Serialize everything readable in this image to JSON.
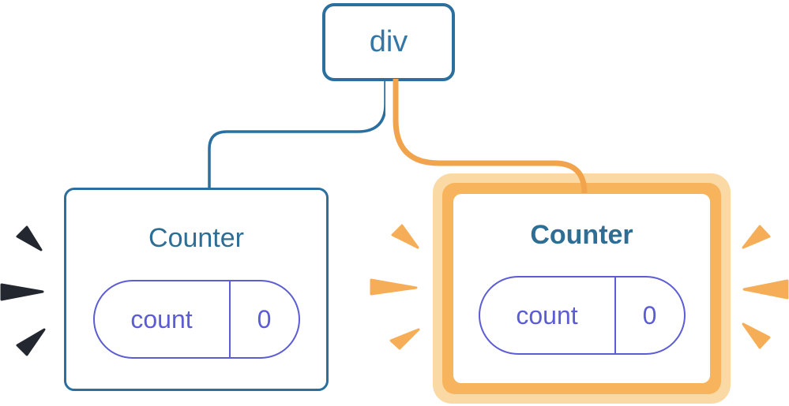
{
  "tree": {
    "root_label": "div",
    "left_counter": {
      "title": "Counter",
      "state_key": "count",
      "state_value": "0"
    },
    "right_counter": {
      "title": "Counter",
      "state_key": "count",
      "state_value": "0"
    }
  },
  "colors": {
    "node_blue_border": "#2b6f9e",
    "node_blue_text": "#3477a6",
    "heading_blue": "#2f6e94",
    "state_indigo": "#5c5cd6",
    "connector_orange": "#f2a44c",
    "connector_casing": "#ffffff",
    "highlight_outer_ring": "#fbd9a4",
    "highlight_inner_ring": "#f7b45c",
    "spark_orange": "#f5ad57",
    "spark_dark": "#23272f"
  }
}
